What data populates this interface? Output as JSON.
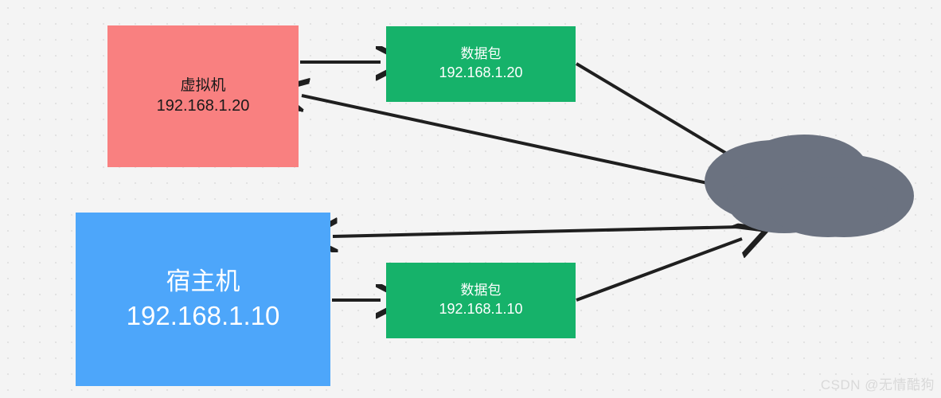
{
  "diagram": {
    "background_color": "#f4f4f4",
    "grid_dot_color": "#e2e2e2",
    "nodes": {
      "vm": {
        "name": "虚拟机",
        "ip": "192.168.1.20",
        "color": "#f98080",
        "text_color": "#1a1a1a"
      },
      "host": {
        "name": "宿主机",
        "ip": "192.168.1.10",
        "color": "#4da6fa",
        "text_color": "#ffffff"
      },
      "packet_vm": {
        "name": "数据包",
        "ip": "192.168.1.20",
        "color": "#16b26a",
        "text_color": "#ffffff"
      },
      "packet_host": {
        "name": "数据包",
        "ip": "192.168.1.10",
        "color": "#16b26a",
        "text_color": "#ffffff"
      },
      "cloud": {
        "label": "",
        "color": "#6b7280"
      }
    },
    "edges": [
      {
        "id": "vm-to-packet",
        "from": "vm",
        "to": "packet_vm",
        "direction": "right"
      },
      {
        "id": "packet-to-cloud-top",
        "from": "packet_vm",
        "to": "cloud",
        "direction": "down-right"
      },
      {
        "id": "cloud-to-vm",
        "from": "cloud",
        "to": "vm",
        "direction": "up-left"
      },
      {
        "id": "cloud-to-host",
        "from": "cloud",
        "to": "host",
        "direction": "left"
      },
      {
        "id": "host-to-packet",
        "from": "host",
        "to": "packet_host",
        "direction": "right"
      },
      {
        "id": "packet-to-cloud-bottom",
        "from": "packet_host",
        "to": "cloud",
        "direction": "up-right"
      }
    ],
    "arrow_color": "#1f1f1f"
  },
  "watermark": {
    "text": "CSDN @无情酷狗"
  }
}
